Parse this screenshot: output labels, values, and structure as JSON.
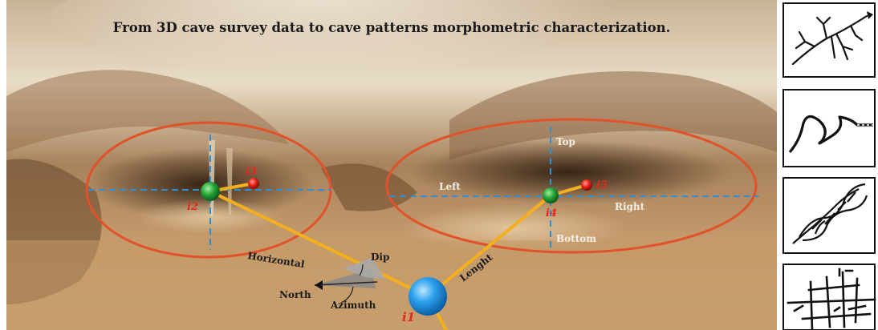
{
  "title": "From 3D cave survey data to cave patterns morphometric characterization.",
  "stations": {
    "s1": "i1",
    "s2": "i2",
    "s3": "i3",
    "s4": "i4",
    "s5": "i5"
  },
  "cross_section": {
    "top": "Top",
    "bottom": "Bottom",
    "left": "Left",
    "right": "Right"
  },
  "measurements": {
    "length": "Lenght",
    "dip": "Dip",
    "horizontal": "Horizontal",
    "azimuth": "Azimuth",
    "north": "North"
  },
  "pattern_thumbnails": [
    "branchwork-pattern",
    "single-passage-pattern",
    "anastomotic-pattern",
    "network-maze-pattern"
  ],
  "colors": {
    "ellipse": "#e0522a",
    "survey_leg": "#f2b01e",
    "axis_dash": "#2f8fd6",
    "station_main": "#2aa0ee",
    "station_green": "#27a83a",
    "station_red": "#e8261c",
    "station_label": "#e8261c"
  }
}
